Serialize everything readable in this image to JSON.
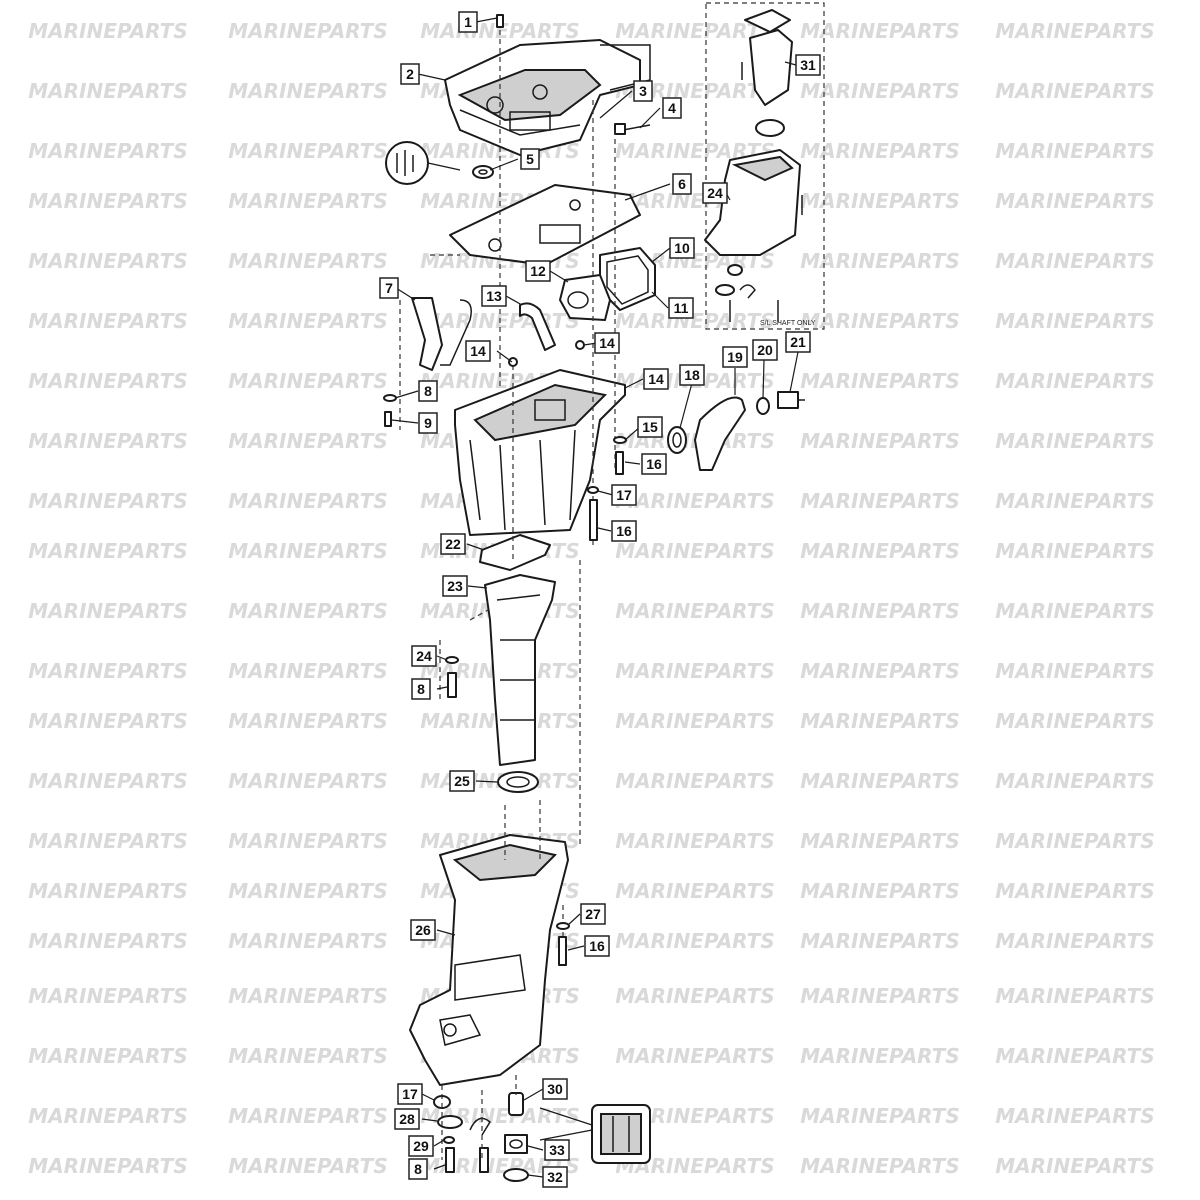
{
  "watermark": {
    "text": "MARINEPARTS",
    "color": "#d9d9d9"
  },
  "colors": {
    "line": "#1a1a1a",
    "shade": "#cfcfcf",
    "background": "#ffffff"
  },
  "inset_note": "S/L SHAFT ONLY",
  "callouts": [
    {
      "label": "1"
    },
    {
      "label": "2"
    },
    {
      "label": "3"
    },
    {
      "label": "4"
    },
    {
      "label": "5"
    },
    {
      "label": "6"
    },
    {
      "label": "7"
    },
    {
      "label": "8"
    },
    {
      "label": "9"
    },
    {
      "label": "10"
    },
    {
      "label": "11"
    },
    {
      "label": "12"
    },
    {
      "label": "13"
    },
    {
      "label": "14"
    },
    {
      "label": "14"
    },
    {
      "label": "14"
    },
    {
      "label": "15"
    },
    {
      "label": "16"
    },
    {
      "label": "17"
    },
    {
      "label": "16"
    },
    {
      "label": "18"
    },
    {
      "label": "19"
    },
    {
      "label": "20"
    },
    {
      "label": "21"
    },
    {
      "label": "22"
    },
    {
      "label": "23"
    },
    {
      "label": "24"
    },
    {
      "label": "8"
    },
    {
      "label": "25"
    },
    {
      "label": "26"
    },
    {
      "label": "27"
    },
    {
      "label": "16"
    },
    {
      "label": "17"
    },
    {
      "label": "28"
    },
    {
      "label": "29"
    },
    {
      "label": "8"
    },
    {
      "label": "30"
    },
    {
      "label": "33"
    },
    {
      "label": "32"
    },
    {
      "label": "31"
    },
    {
      "label": "24"
    },
    {
      "label": "27"
    }
  ]
}
